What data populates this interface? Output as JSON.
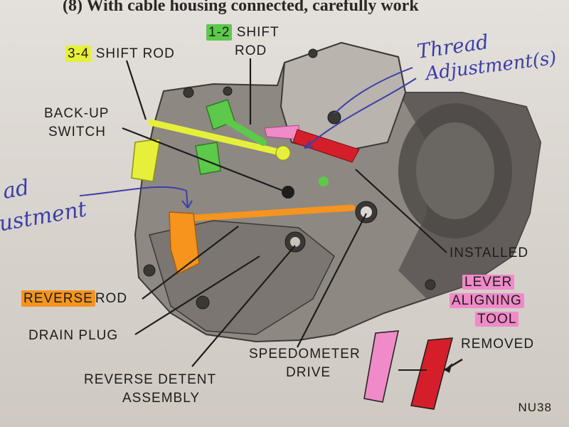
{
  "header": {
    "instruction_line": "(8) With cable housing connected, carefully work"
  },
  "labels": {
    "shift_rod_12": "1-2",
    "shift_rod_12_text": "SHIFT",
    "shift_rod_12_line2": "ROD",
    "shift_rod_34": "3-4",
    "shift_rod_34_text": "SHIFT ROD",
    "backup_line1": "BACK-UP",
    "backup_line2": "SWITCH",
    "installed": "INSTALLED",
    "lever_aligning_l1": "LEVER",
    "lever_aligning_l2": "ALIGNING",
    "lever_aligning_l3": "TOOL",
    "removed": "REMOVED",
    "reverse_hl": "REVERSE",
    "reverse_rest": "ROD",
    "drain_plug": "DRAIN PLUG",
    "reverse_detent_l1": "REVERSE DETENT",
    "reverse_detent_l2": "ASSEMBLY",
    "speedometer_l1": "SPEEDOMETER",
    "speedometer_l2": "DRIVE",
    "figure_code": "NU38"
  },
  "handwritten": {
    "thread_l1": "Thread",
    "thread_l2": "Adjustment(s)",
    "left_l1": "ad",
    "left_l2": "ustment"
  },
  "colors": {
    "highlight_yellow": "#e6f03a",
    "highlight_green": "#5cc94a",
    "highlight_orange": "#f7941d",
    "highlight_pink": "#f08ac8",
    "marker_red": "#d41f2a",
    "pen_blue": "#3b3fa8"
  }
}
